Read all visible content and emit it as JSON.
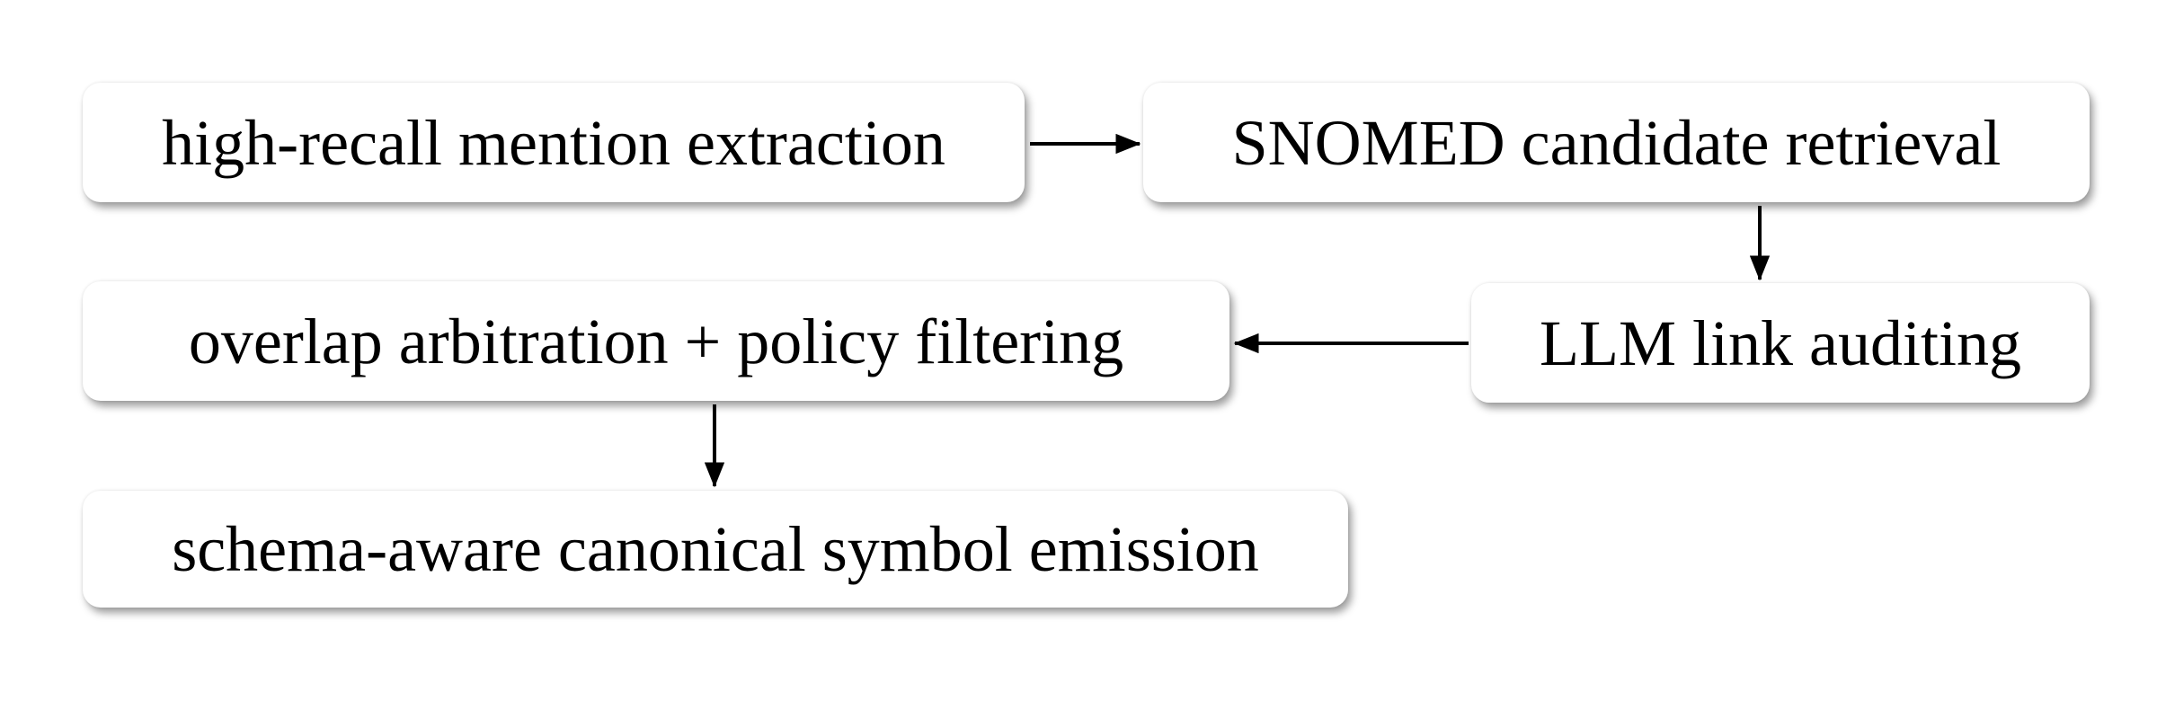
{
  "diagram": {
    "background_color": "#ffffff",
    "node_fill_color": "#ffffff",
    "text_color": "#000000",
    "arrow_color": "#000000",
    "nodes": [
      {
        "id": "extraction",
        "label": "high-recall mention extraction"
      },
      {
        "id": "retrieval",
        "label": "SNOMED candidate retrieval"
      },
      {
        "id": "arbitration",
        "label": "overlap arbitration + policy filtering"
      },
      {
        "id": "auditing",
        "label": "LLM link auditing"
      },
      {
        "id": "emission",
        "label": "schema-aware canonical symbol emission"
      }
    ],
    "edges": [
      {
        "from": "high-recall mention extraction",
        "to": "SNOMED candidate retrieval",
        "direction": "right"
      },
      {
        "from": "SNOMED candidate retrieval",
        "to": "LLM link auditing",
        "direction": "down"
      },
      {
        "from": "LLM link auditing",
        "to": "overlap arbitration + policy filtering",
        "direction": "left"
      },
      {
        "from": "overlap arbitration + policy filtering",
        "to": "schema-aware canonical symbol emission",
        "direction": "down"
      }
    ]
  }
}
